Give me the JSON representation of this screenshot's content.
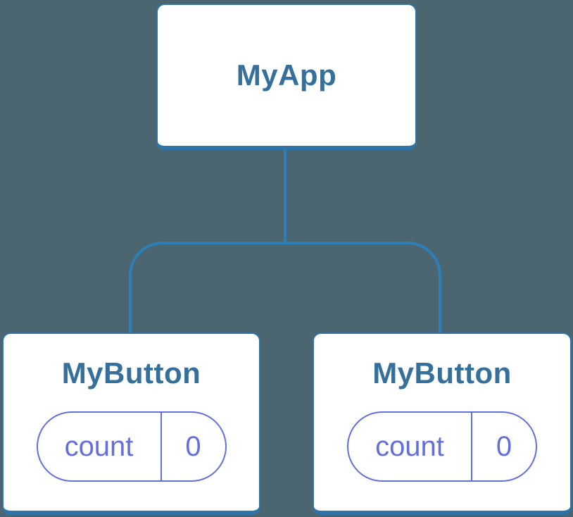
{
  "diagram": {
    "type": "component-tree",
    "colors": {
      "background": "#4C6671",
      "connector": "#2C7FB8",
      "node_border": "#2F74A8",
      "node_fill": "#FFFFFF",
      "title_text": "#35709C",
      "state_accent": "#6370DC"
    },
    "root": {
      "label": "MyApp"
    },
    "children": [
      {
        "label": "MyButton",
        "state": {
          "key": "count",
          "value": "0"
        }
      },
      {
        "label": "MyButton",
        "state": {
          "key": "count",
          "value": "0"
        }
      }
    ]
  }
}
